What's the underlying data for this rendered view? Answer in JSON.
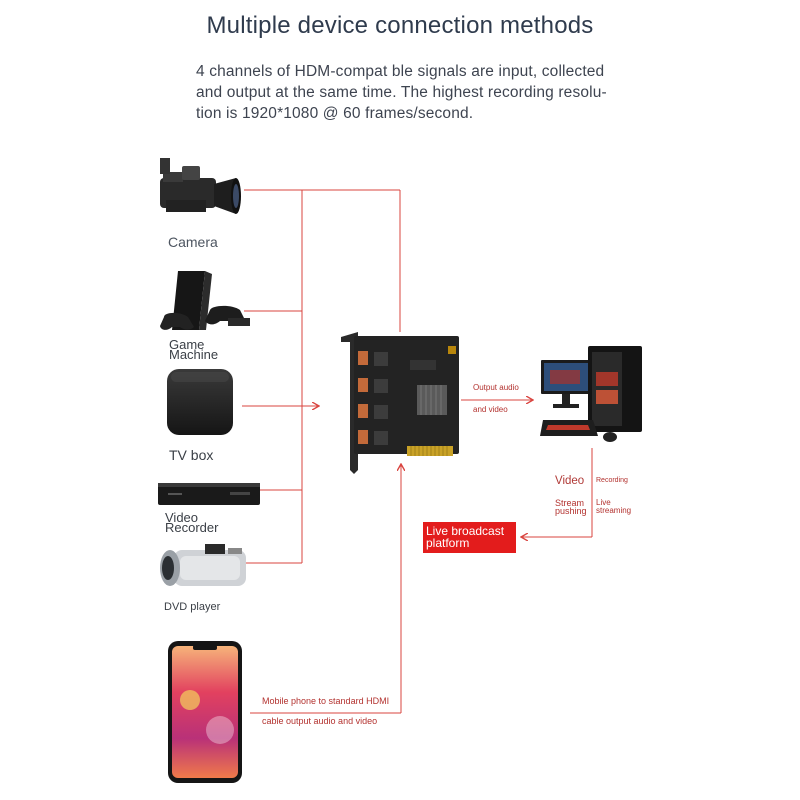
{
  "title": "Multiple device connection methods",
  "description": [
    "4 channels of HDM-compat ble signals are input, collected",
    "and output at the same time. The highest recording resolu-",
    "tion is 1920*1080 @ 60 frames/second."
  ],
  "devices": {
    "camera": "Camera",
    "game_machine": [
      "Game",
      "Machine"
    ],
    "tv_box": "TV box",
    "video_recorder": [
      "Video",
      "Recorder"
    ],
    "dvd_player": "DVD player"
  },
  "output_labels": {
    "output_audio": "Output audio",
    "and_video": "and video",
    "video": "Video",
    "recording": "Recording",
    "stream_pushing": [
      "Stream",
      "pushing"
    ],
    "live_streaming": [
      "Live",
      "streaming"
    ]
  },
  "live_broadcast": [
    "Live broadcast",
    "platform"
  ],
  "mobile": [
    "Mobile phone to standard HDMI",
    "cable output audio and video"
  ],
  "colors": {
    "line": "#d9443f",
    "live_box": "#e31c1c",
    "title": "#2f3b4d"
  }
}
